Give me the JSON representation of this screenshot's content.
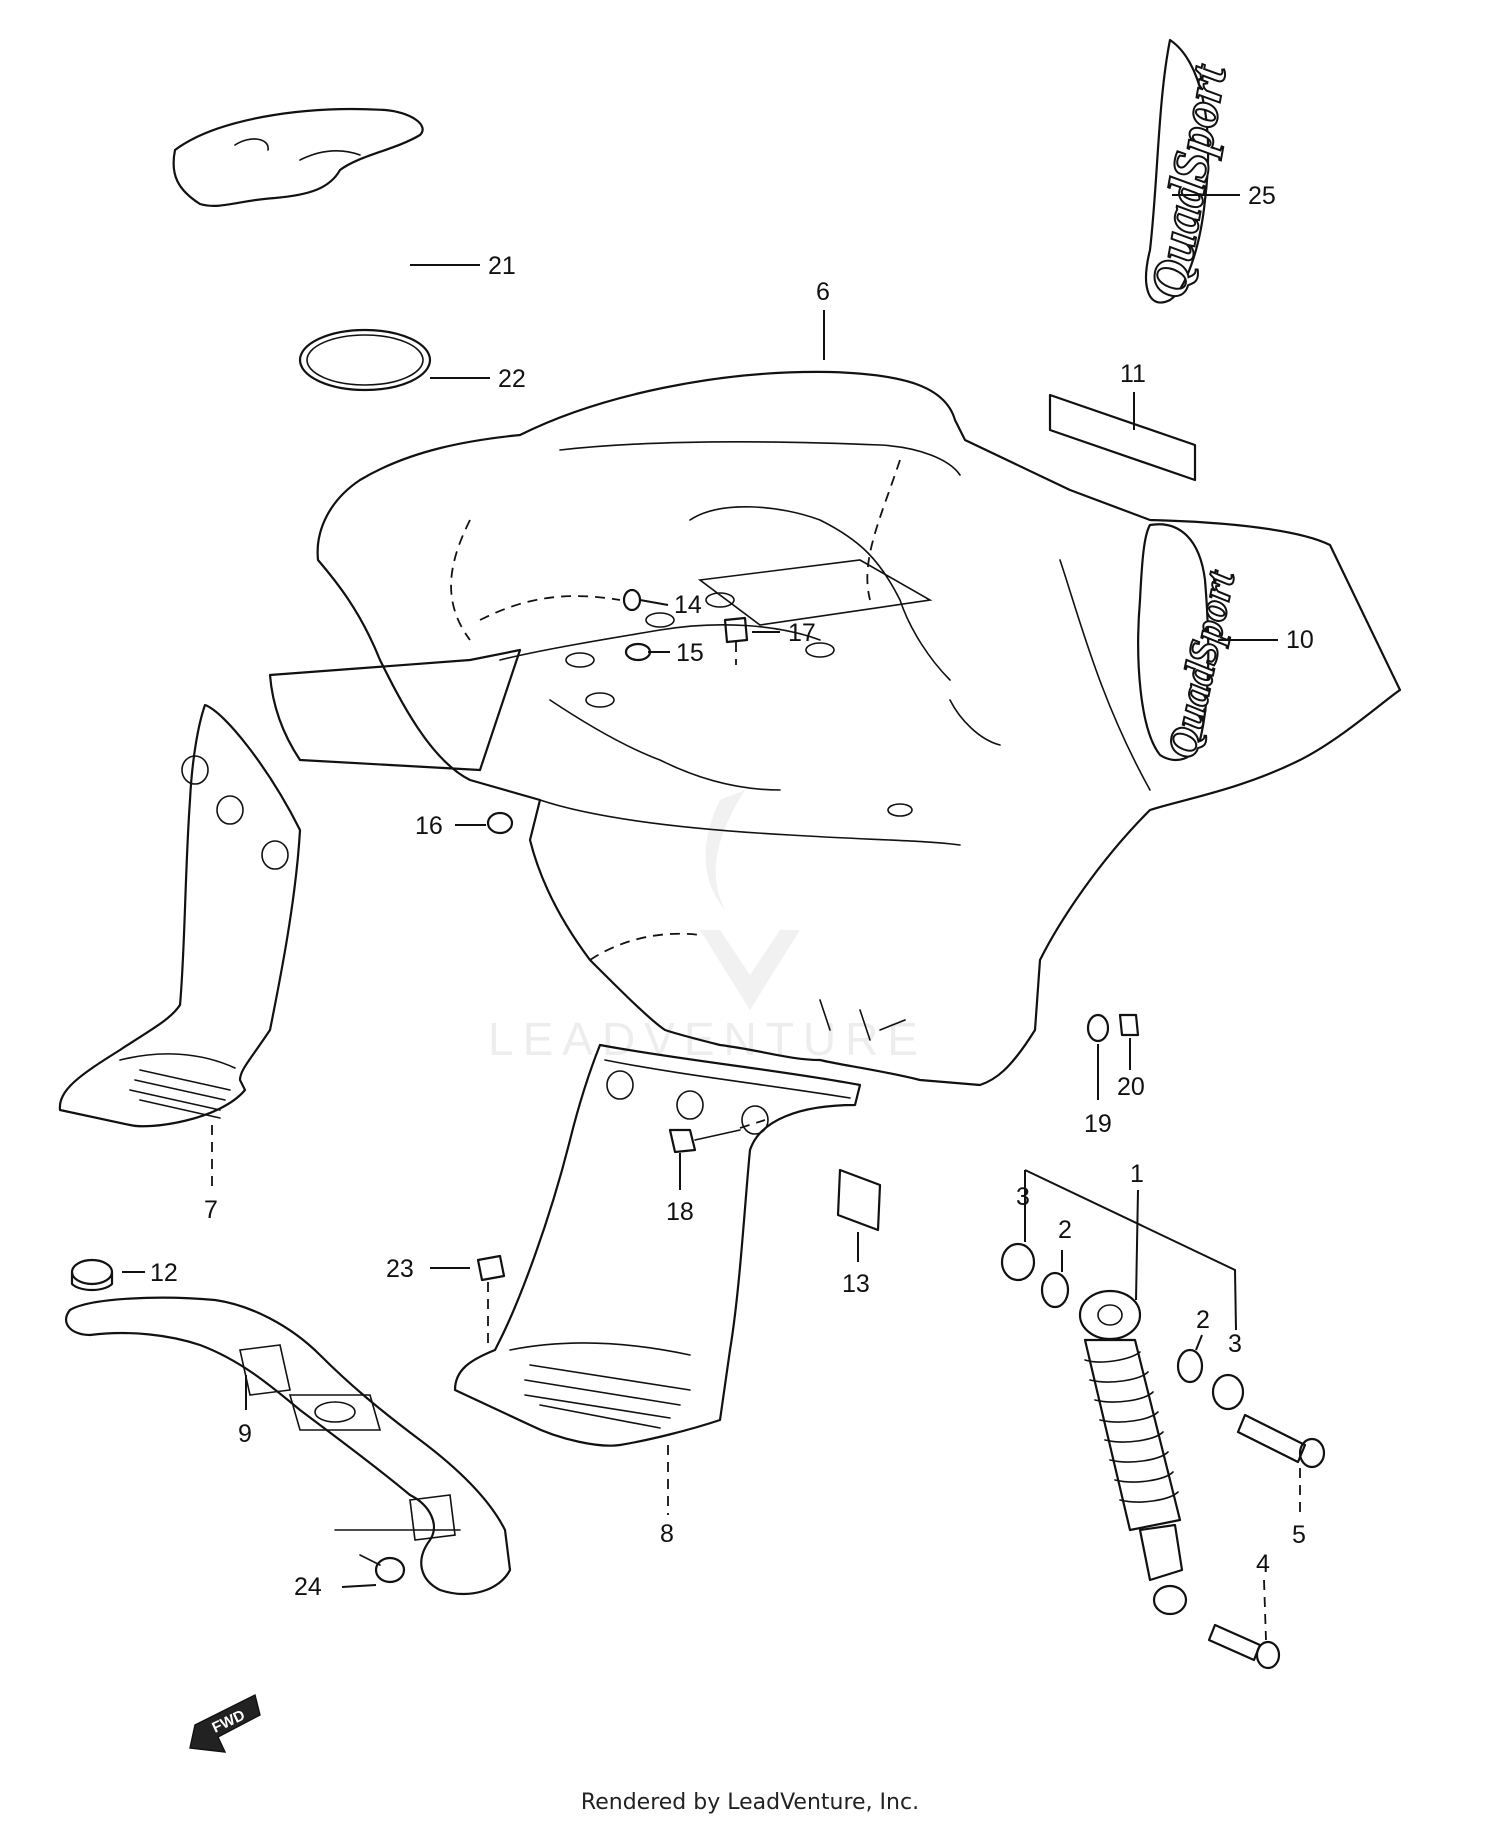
{
  "watermark": {
    "text": "LEADVENTURE"
  },
  "decals": {
    "side_logo": "QuadSport",
    "top_logo": "QuadSport",
    "fwd_arrow": "FWD"
  },
  "callouts": [
    {
      "id": "c1",
      "label": "1"
    },
    {
      "id": "c2a",
      "label": "2"
    },
    {
      "id": "c2b",
      "label": "2"
    },
    {
      "id": "c3a",
      "label": "3"
    },
    {
      "id": "c3b",
      "label": "3"
    },
    {
      "id": "c4",
      "label": "4"
    },
    {
      "id": "c5",
      "label": "5"
    },
    {
      "id": "c6",
      "label": "6"
    },
    {
      "id": "c7",
      "label": "7"
    },
    {
      "id": "c8",
      "label": "8"
    },
    {
      "id": "c9",
      "label": "9"
    },
    {
      "id": "c10",
      "label": "10"
    },
    {
      "id": "c11",
      "label": "11"
    },
    {
      "id": "c12",
      "label": "12"
    },
    {
      "id": "c13",
      "label": "13"
    },
    {
      "id": "c14",
      "label": "14"
    },
    {
      "id": "c15",
      "label": "15"
    },
    {
      "id": "c16",
      "label": "16"
    },
    {
      "id": "c17",
      "label": "17"
    },
    {
      "id": "c18",
      "label": "18"
    },
    {
      "id": "c19",
      "label": "19"
    },
    {
      "id": "c20",
      "label": "20"
    },
    {
      "id": "c21",
      "label": "21"
    },
    {
      "id": "c22",
      "label": "22"
    },
    {
      "id": "c23",
      "label": "23"
    },
    {
      "id": "c24",
      "label": "24"
    },
    {
      "id": "c25",
      "label": "25"
    }
  ],
  "footer": {
    "text": "Rendered by LeadVenture, Inc."
  }
}
